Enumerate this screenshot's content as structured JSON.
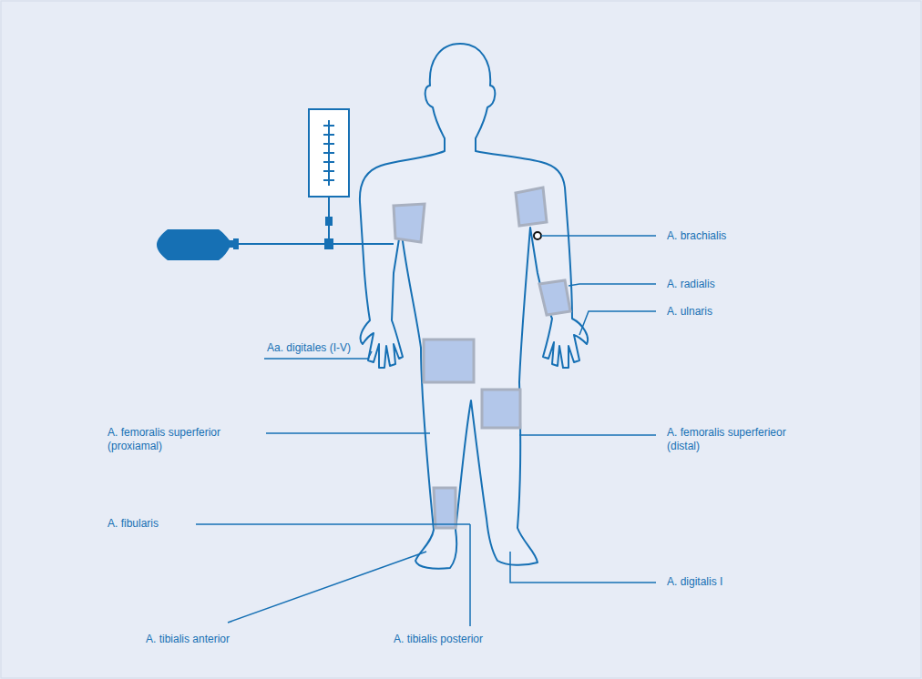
{
  "diagram": {
    "labels": [
      "A. brachialis",
      "A. radialis",
      "A. ulnaris",
      "Aa. digitales (I-V)",
      "A. femoralis superferior (proxiamal)",
      "A. femoralis superferieor (distal)",
      "A. fibularis",
      "A. digitalis I",
      "A. tibialis anterior",
      "A. tibialis posterior"
    ]
  }
}
